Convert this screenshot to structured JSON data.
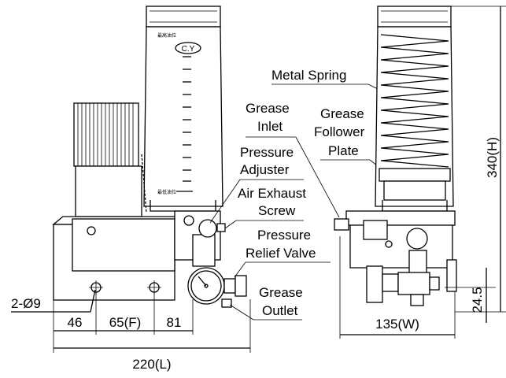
{
  "labels": {
    "metal_spring": "Metal Spring",
    "grease_inlet_1": "Grease",
    "grease_inlet_2": "Inlet",
    "follower_1": "Grease",
    "follower_2": "Follower",
    "follower_3": "Plate",
    "pressure_adjuster_1": "Pressure",
    "pressure_adjuster_2": "Adjuster",
    "air_exhaust_1": "Air Exhaust",
    "air_exhaust_2": "Screw",
    "relief_valve_1": "Pressure",
    "relief_valve_2": "Relief Valve",
    "grease_outlet_1": "Grease",
    "grease_outlet_2": "Outlet"
  },
  "dimensions": {
    "holes": "2-Ø9",
    "d46": "46",
    "d65": "65(F)",
    "d81": "81",
    "length": "220(L)",
    "width": "135(W)",
    "height": "340(H)",
    "d24": "24.5"
  },
  "markings": {
    "brand": "C.Y",
    "upper_level": "最高油位",
    "lower_level": "最低油位"
  }
}
